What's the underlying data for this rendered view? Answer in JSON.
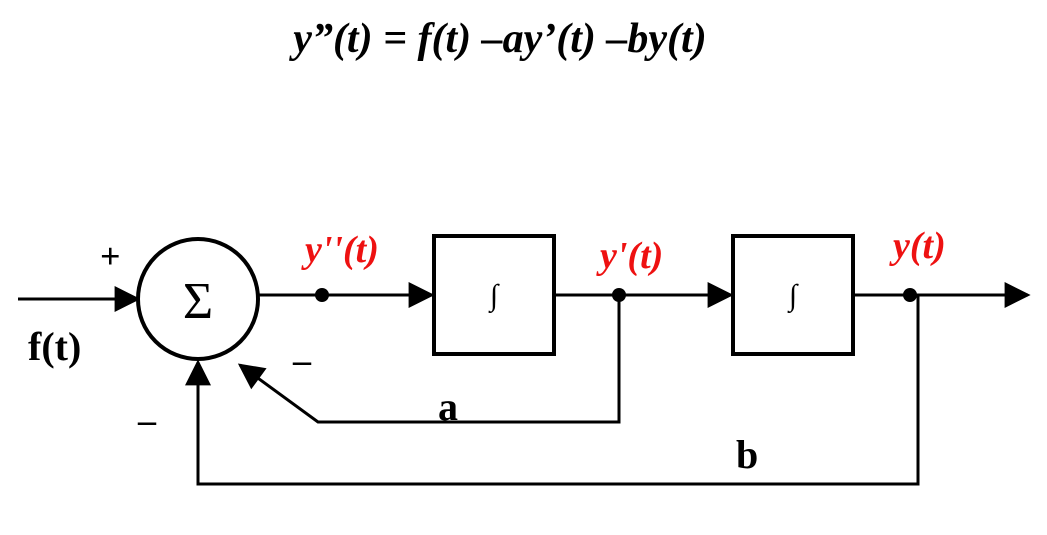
{
  "equation": "y”(t) = f(t) –ay’(t) –by(t)",
  "colors": {
    "signal": "#ee1111",
    "line": "#000000"
  },
  "summer": {
    "symbol": "Σ",
    "plus_sign": "+",
    "minus_a": "–",
    "minus_b": "–"
  },
  "input": {
    "label": "f(t)"
  },
  "signals": {
    "y2": "y''(t)",
    "y1": "y'(t)",
    "y0": "y(t)"
  },
  "integrators": [
    {
      "symbol": "∫"
    },
    {
      "symbol": "∫"
    }
  ],
  "feedback": {
    "a": "a",
    "b": "b"
  }
}
